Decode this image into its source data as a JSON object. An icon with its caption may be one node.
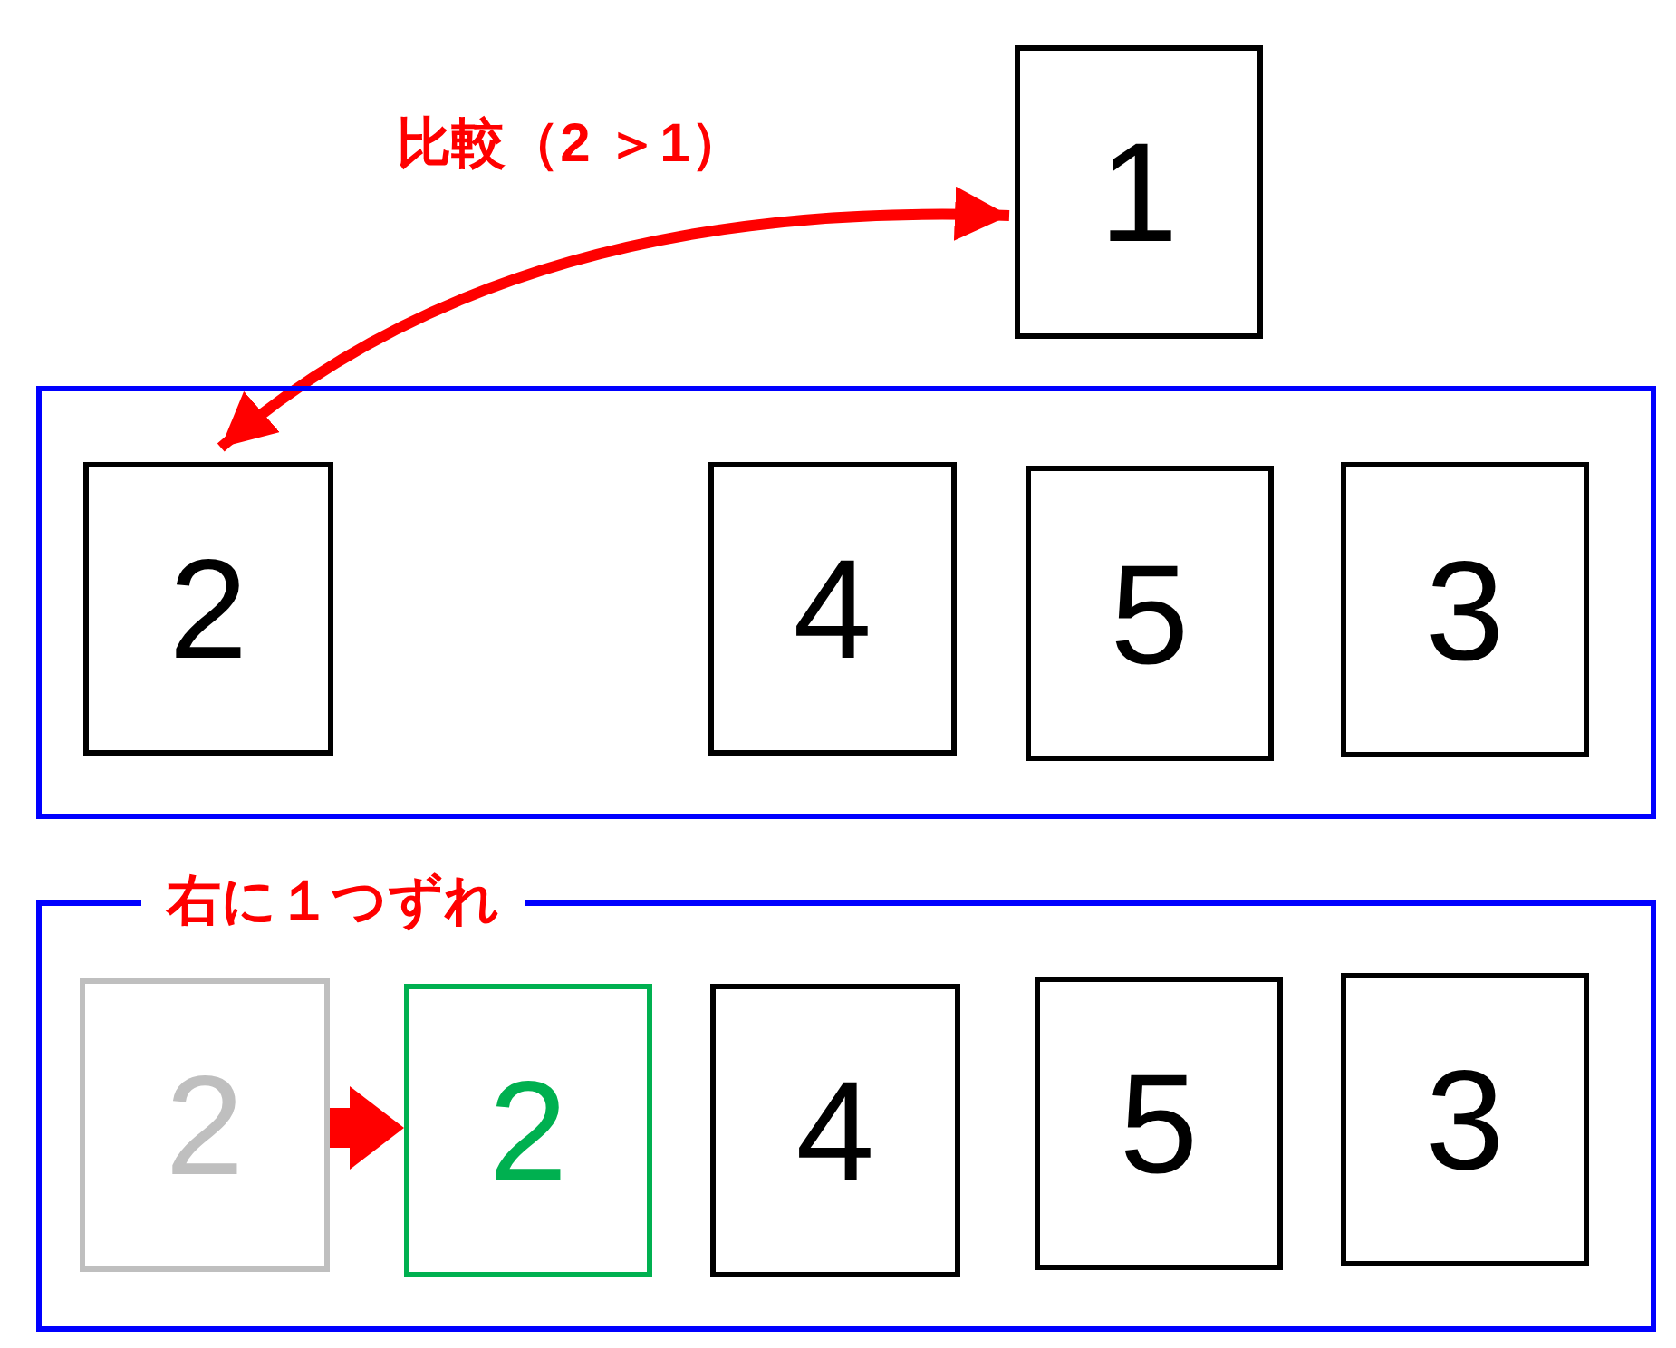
{
  "diagram": {
    "nodes": [
      {
        "text": [
          "1"
        ]
      },
      {
        "text": [],
        "shape": "box"
      },
      {
        "text": [
          "2"
        ],
        "in": 1
      },
      {
        "text": [
          "4"
        ],
        "in": 1
      },
      {
        "text": [
          "5"
        ],
        "in": 1
      },
      {
        "text": [
          "3"
        ],
        "in": 1
      },
      {
        "text": [
          "右に１つずれ"
        ]
      },
      {
        "text": [
          "2"
        ],
        "in": 6
      },
      {
        "text": [
          "2"
        ],
        "in": 6
      },
      {
        "text": [
          "4"
        ],
        "in": 6
      },
      {
        "text": [
          "5"
        ],
        "in": 6
      },
      {
        "text": [
          "3"
        ],
        "in": 6
      }
    ],
    "edges": [
      {
        "from": 0,
        "to": 2,
        "arrow": "both",
        "label": "比較（2 ＞1）"
      },
      {
        "from": 7,
        "to": 8,
        "arrow": "to"
      }
    ]
  }
}
